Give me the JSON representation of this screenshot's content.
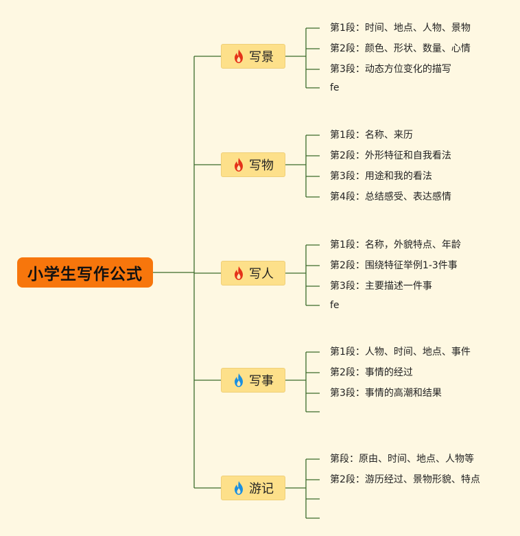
{
  "root": {
    "label": "小学生写作公式"
  },
  "colors": {
    "background": "#fef8e2",
    "root_fill": "#f7760c",
    "branch_fill": "#fde08a",
    "line": "#3a6a2a",
    "fire_red": "#e53219",
    "fire_blue": "#1a8fe0"
  },
  "branches": [
    {
      "label": "写景",
      "icon": "red-fire-icon",
      "items": [
        "第1段：时间、地点、人物、景物",
        "第2段：颜色、形状、数量、心情",
        "第3段：动态方位变化的描写",
        "fe"
      ]
    },
    {
      "label": "写物",
      "icon": "red-fire-icon",
      "items": [
        "第1段：名称、来历",
        "第2段：外形特征和自我看法",
        "第3段：用途和我的看法",
        "第4段：总结感受、表达感情"
      ]
    },
    {
      "label": "写人",
      "icon": "red-fire-icon",
      "items": [
        "第1段：名称，外貌特点、年龄",
        "第2段：围绕特征举例1-3件事",
        "第3段：主要描述一件事",
        "fe"
      ]
    },
    {
      "label": "写事",
      "icon": "blue-fire-icon",
      "items": [
        "第1段：人物、时间、地点、事件",
        "第2段：事情的经过",
        "第3段：事情的高潮和结果",
        ""
      ]
    },
    {
      "label": "游记",
      "icon": "blue-fire-icon",
      "items": [
        "第段：原由、时间、地点、人物等",
        "第2段：游历经过、景物形貌、特点",
        "",
        ""
      ]
    }
  ]
}
